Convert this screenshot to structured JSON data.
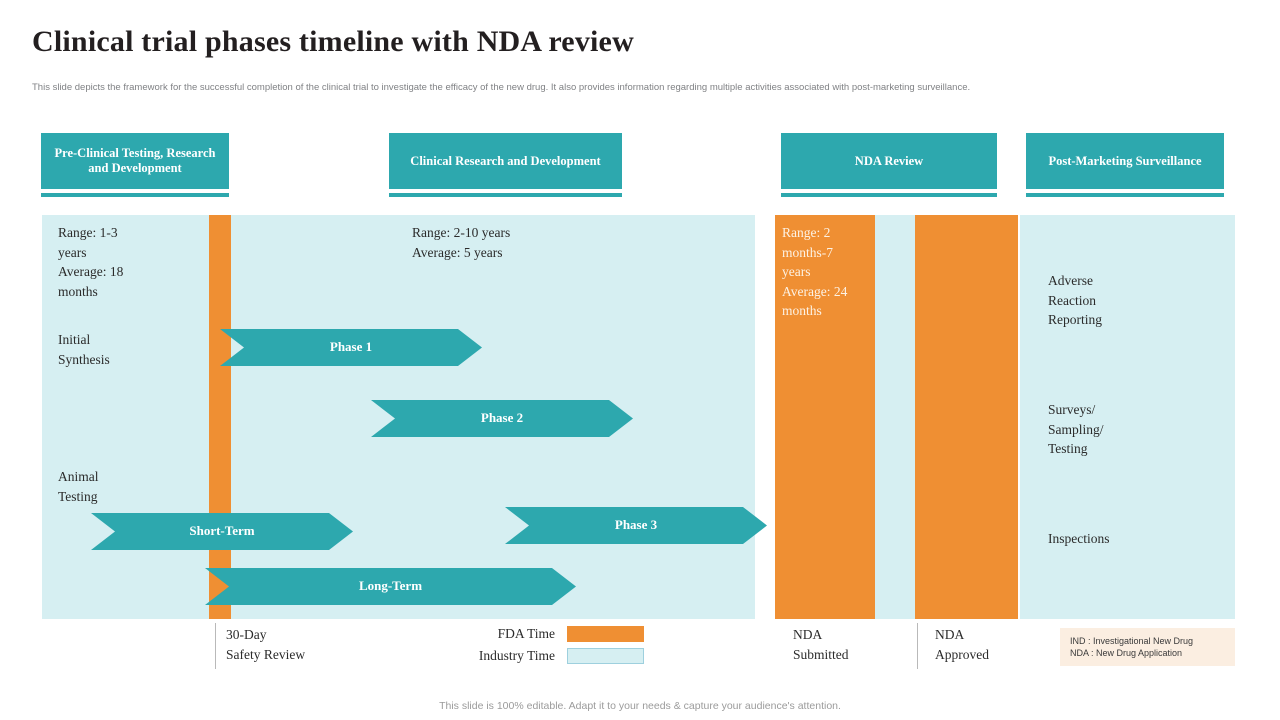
{
  "slide": {
    "title": "Clinical trial phases timeline with NDA review",
    "subtitle": "This slide depicts the framework for the successful completion of the clinical trial to investigate the efficacy of the new drug. It also provides information regarding multiple activities associated with post-marketing surveillance.",
    "footer": "This slide is 100% editable. Adapt it to your needs & capture your audience's attention."
  },
  "colors": {
    "teal": "#2da8ae",
    "orange": "#ef8f33",
    "panel": "#d6eff2",
    "note_bg": "#fbeee1"
  },
  "headers": [
    {
      "label": "Pre-Clinical Testing,\nResearch and Development"
    },
    {
      "label": "Clinical Research and\nDevelopment"
    },
    {
      "label": "NDA\nReview"
    },
    {
      "label": "Post-Marketing\nSurveillance"
    }
  ],
  "durations": {
    "preclinical": "Range:  1-3\nyears\nAverage:  18\nmonths",
    "clinical": "Range:  2-10 years\nAverage:  5 years",
    "nda": "Range:  2\nmonths-7\nyears\nAverage:  24\nmonths"
  },
  "preclinical_activities": {
    "initial_synthesis": "Initial\nSynthesis",
    "animal_testing": "Animal\nTesting"
  },
  "post_marketing_activities": [
    {
      "label": "Adverse\nReaction\nReporting"
    },
    {
      "label": "Surveys/\nSampling/\nTesting"
    },
    {
      "label": "Inspections"
    }
  ],
  "arrows": [
    {
      "label": "Phase 1"
    },
    {
      "label": "Phase 2"
    },
    {
      "label": "Short-Term"
    },
    {
      "label": "Phase 3"
    },
    {
      "label": "Long-Term"
    }
  ],
  "milestones": {
    "safety_review": "30-Day\nSafety Review",
    "nda_submitted": "NDA\nSubmitted",
    "nda_approved": "NDA\nApproved"
  },
  "legend": {
    "fda_label": "FDA Time",
    "industry_label": "Industry  Time"
  },
  "abbreviations": {
    "ind": "IND  : Investigational New Drug",
    "nda": "NDA : New Drug Application"
  }
}
